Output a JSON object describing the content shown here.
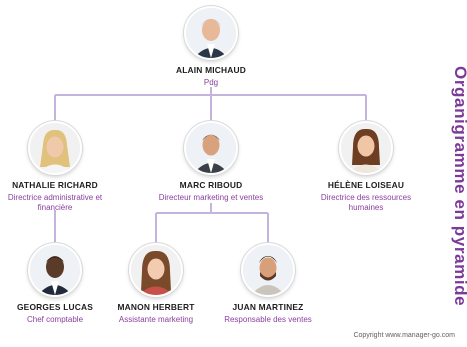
{
  "title": "Organigramme en pyramide",
  "copyright": "Copyright www.manager-go.com",
  "colors": {
    "connector": "#c4b3dc",
    "role": "#8a3f9e",
    "title": "#7a3a98",
    "name": "#1d1d1d"
  },
  "people": {
    "alain": {
      "name": "ALAIN MICHAUD",
      "role": "Pdg"
    },
    "nathalie": {
      "name": "NATHALIE RICHARD",
      "role": "Directrice administrative et financière"
    },
    "marc": {
      "name": "MARC RIBOUD",
      "role": "Directeur marketing et ventes"
    },
    "helene": {
      "name": "HÉLÈNE LOISEAU",
      "role": "Directrice des ressources humaines"
    },
    "georges": {
      "name": "GEORGES LUCAS",
      "role": "Chef comptable"
    },
    "manon": {
      "name": "MANON HERBERT",
      "role": "Assistante marketing"
    },
    "juan": {
      "name": "JUAN MARTINEZ",
      "role": "Responsable des ventes"
    }
  }
}
